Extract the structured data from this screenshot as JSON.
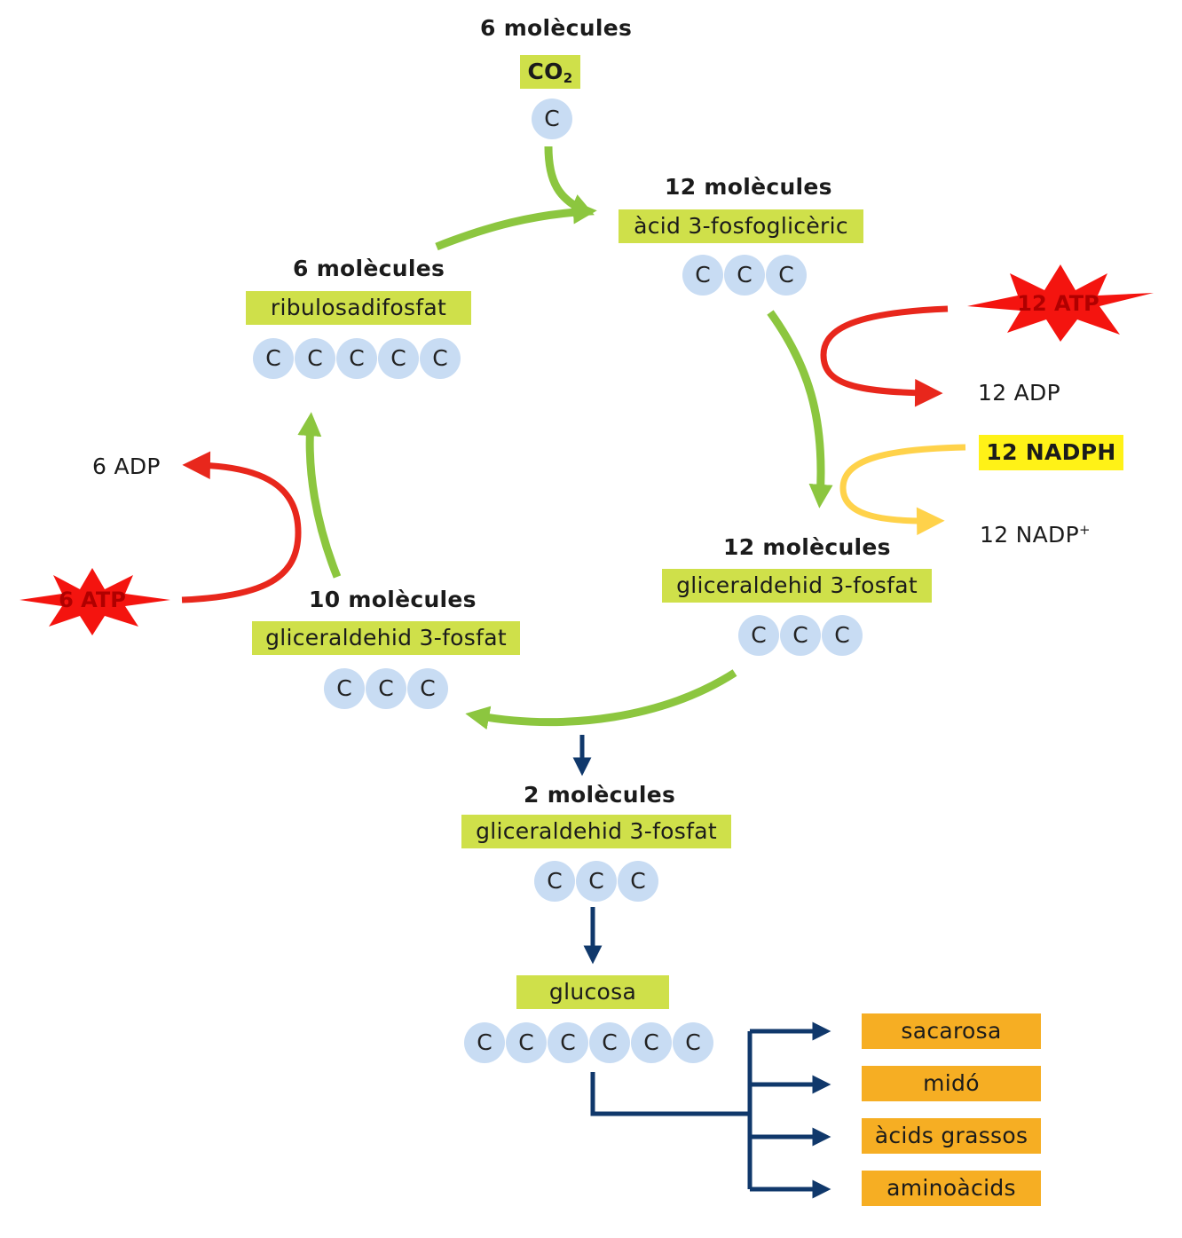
{
  "top": {
    "count_label": "6 molècules",
    "molecule": "CO",
    "molecule_subscript": "2",
    "carbons": [
      "C"
    ]
  },
  "acid_3_phosphoglyceric": {
    "count_label": "12 molècules",
    "name": "àcid 3-fosfoglicèric",
    "carbons": [
      "C",
      "C",
      "C"
    ]
  },
  "ribulose": {
    "count_label": "6 molècules",
    "name": "ribulosadifosfat",
    "carbons": [
      "C",
      "C",
      "C",
      "C",
      "C"
    ]
  },
  "g3p_right": {
    "count_label": "12 molècules",
    "name": "gliceraldehid 3-fosfat",
    "carbons": [
      "C",
      "C",
      "C"
    ]
  },
  "g3p_left": {
    "count_label": "10 molècules",
    "name": "gliceraldehid 3-fosfat",
    "carbons": [
      "C",
      "C",
      "C"
    ]
  },
  "g3p_out": {
    "count_label": "2 molècules",
    "name": "gliceraldehid 3-fosfat",
    "carbons": [
      "C",
      "C",
      "C"
    ]
  },
  "glucose": {
    "name": "glucosa",
    "carbons": [
      "C",
      "C",
      "C",
      "C",
      "C",
      "C"
    ]
  },
  "products": [
    "sacarosa",
    "midó",
    "àcids grassos",
    "aminoàcids"
  ],
  "energy": {
    "atp_right": "12 ATP",
    "adp_right": "12 ADP",
    "nadph": "12 NADPH",
    "nadp": "12 NADP",
    "nadp_superscript": "+",
    "atp_left": "6 ATP",
    "adp_left": "6 ADP"
  },
  "colors": {
    "cycle_arrow": "#8cc63f",
    "atp_arrow": "#e8271c",
    "nadph_arrow": "#ffd24a",
    "output_arrow": "#10386b",
    "molecule_box": "#cfe04a",
    "product_box": "#f6ae23",
    "nadph_box": "#fff217",
    "carbon_atom": "#c8dcf3",
    "atp_burst": "#f4140f"
  }
}
